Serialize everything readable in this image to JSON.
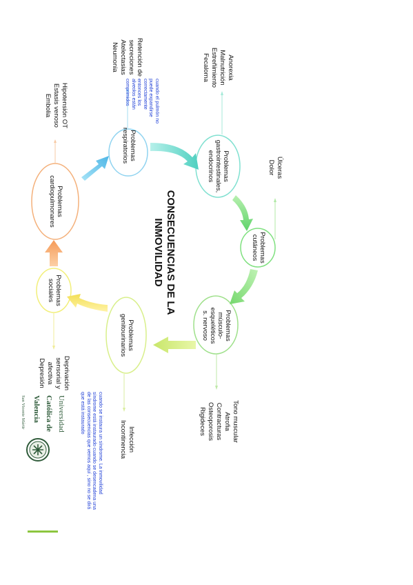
{
  "title": {
    "line1": "CONSECUENCIAS DE LA",
    "line2": "INMOVILIDAD"
  },
  "nodes": {
    "respiratorios": {
      "line1": "Problemas",
      "line2": "respiratorios",
      "color": "#8fd3f0"
    },
    "gastrointestinales": {
      "line1": "Problemas",
      "line2": "gastrointestinales,",
      "line3": "endocrinos",
      "color": "#7fe0d0"
    },
    "cutaneos": {
      "line1": "Problemas",
      "line2": "cutáneos",
      "color": "#7ee07e"
    },
    "musculo": {
      "line1": "Problemas",
      "line2": "músculo-",
      "line3": "esqueléticos",
      "line4": "s. nervoso",
      "color": "#9ee08a"
    },
    "genitourinarios": {
      "line1": "Problemas",
      "line2": "genitourinarios",
      "color": "#d8ef8a"
    },
    "sociales": {
      "line1": "Problemas",
      "line2": "sociales",
      "color": "#f2ef7a"
    },
    "cardiopulmonares": {
      "line1": "Problemas",
      "line2": "cardiopulmonares",
      "color": "#f4b07a"
    }
  },
  "lists": {
    "respiratorios": [
      "Retención de",
      "secreciones",
      "Atelectasias",
      "Neumonia"
    ],
    "cardiopulmonares": [
      "Hipotensión OT",
      "Estasis venoso",
      "Embolia"
    ],
    "gastrointestinales": [
      "Anorexia",
      "Malnutrición",
      "Estreñimiento",
      "Fecaloma"
    ],
    "cutaneos": [
      "Úlceras",
      "Dolor"
    ],
    "musculo": [
      "Tono muscular",
      "Atrofia",
      "Contracturas",
      "Osteoporosis",
      "Rigideces"
    ],
    "genitourinarios": [
      "Infección",
      "Incontinencia"
    ],
    "sociales": [
      "Deprivación",
      "sensorial y",
      "afectiva",
      "Depresión"
    ]
  },
  "notes": {
    "pulmon": [
      "cuando el pulmón no",
      "puede expandirse",
      "correctamente",
      "entonces los",
      "alveolos están",
      "comprimidos"
    ],
    "sindrome": [
      "cuando se instaura un síndrome. La inmovilidad",
      "síndrome está instaurado cuando se desencadena una",
      "de las consecuencias que vemos aquí , sino no se dirá",
      "que está instaurado"
    ]
  },
  "logo": {
    "line1": "Universidad",
    "line2": "Católica de",
    "line3": "Valencia",
    "line4": "San Vicente Mártir"
  },
  "colors": {
    "accent_bar": "#8cc63f",
    "note_text": "#1f3fd6",
    "logo_green": "#2f5b3a"
  }
}
